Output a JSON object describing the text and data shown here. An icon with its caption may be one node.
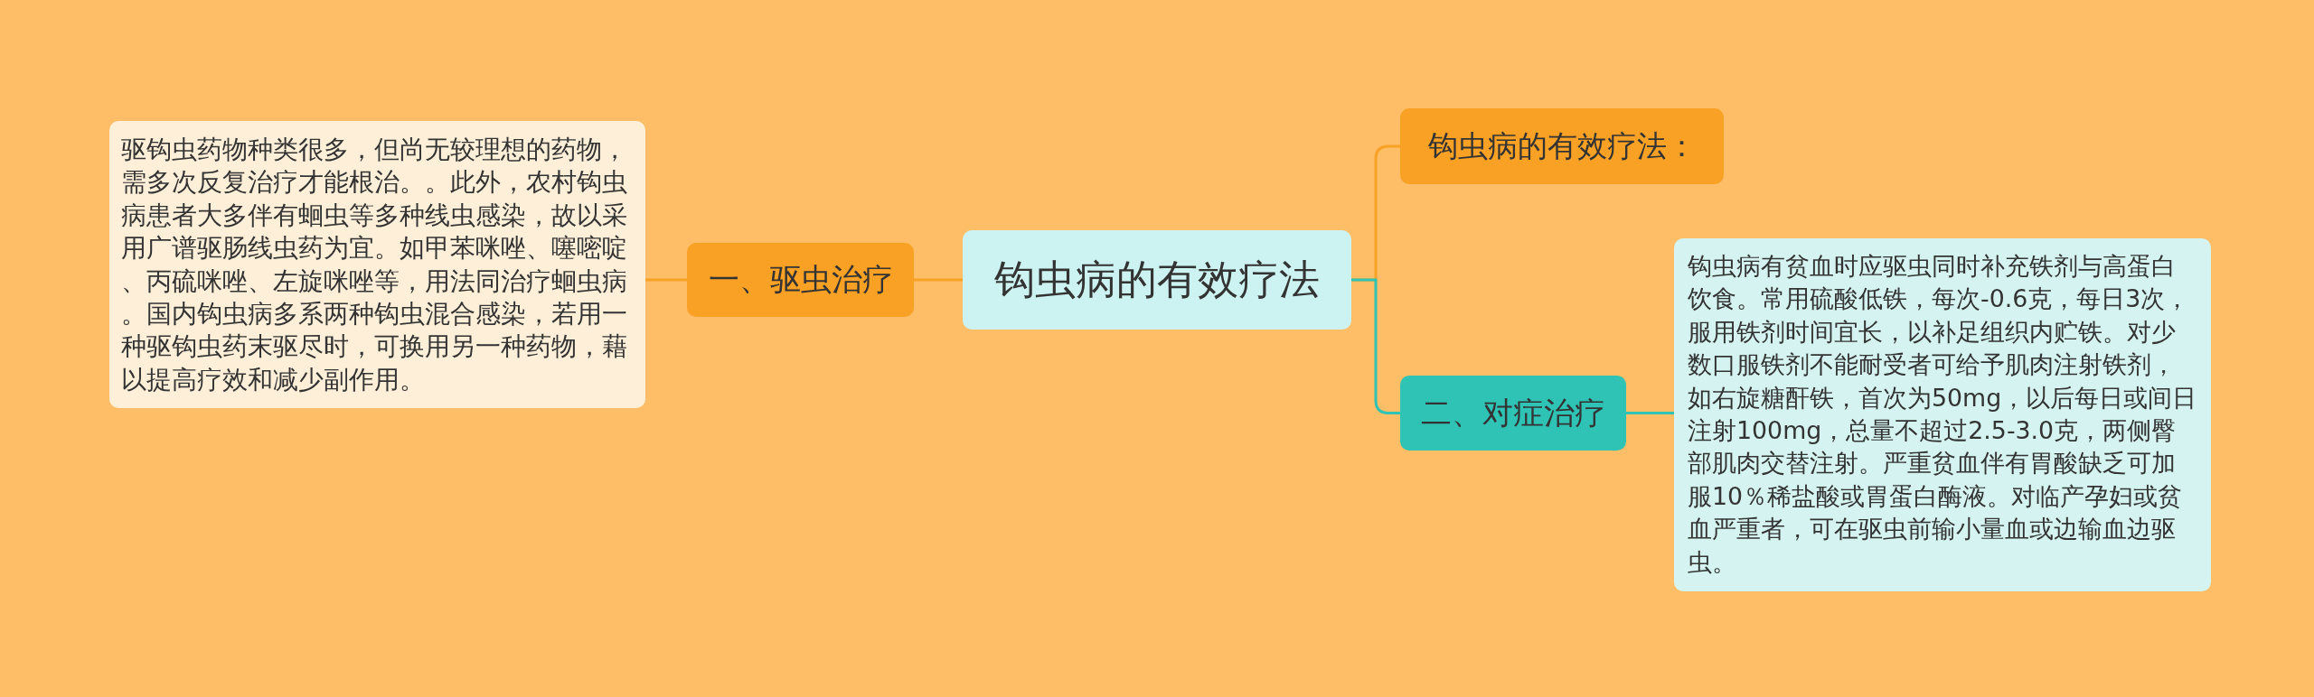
{
  "diagram": {
    "nodes": [
      {
        "text": [
          "驱钩虫药物种类很多，但尚无较理想的药物，需多次反复治疗才能根治。。此外，农村钩虫病患者大多伴有蛔虫等多种线虫感染，故以采用广谱驱肠线虫药为宜。如甲苯咪唑、噻嘧啶、丙硫咪唑、左旋咪唑等，用法同治疗蛔虫病。国内钩虫病多系两种钩虫混合感染，若用一种驱钩虫药末驱尽时，可换用另一种药物，藉以提高疗效和减少副作用。"
        ]
      },
      {
        "text": [
          "一、驱虫治疗"
        ]
      },
      {
        "text": [
          "钩虫病的有效疗法"
        ]
      },
      {
        "text": [
          "钩虫病的有效疗法："
        ]
      },
      {
        "text": [
          "二、对症治疗"
        ]
      },
      {
        "text": [
          "钩虫病有贫血时应驱虫同时补充铁剂与高蛋白饮食。常用硫酸低铁，每次-0.6克，每日3次，服用铁剂时间宜长，以补足组织内贮铁。对少数口服铁剂不能耐受者可给予肌肉注射铁剂，如右旋糖酐铁，首次为50mg，以后每日或间日注射100mg，总量不超过2.5-3.0克，两侧臀部肌肉交替注射。严重贫血伴有胃酸缺乏可加服10％稀盐酸或胃蛋白酶液。对临产孕妇或贫血严重者，可在驱虫前输小量血或边输血边驱虫。"
        ]
      }
    ],
    "edges": [
      {
        "from": 2,
        "to": 1,
        "arrow": "none"
      },
      {
        "from": 1,
        "to": 0,
        "arrow": "none"
      },
      {
        "from": 2,
        "to": 3,
        "arrow": "none"
      },
      {
        "from": 2,
        "to": 4,
        "arrow": "none",
        "color": "#2ec3b4"
      },
      {
        "from": 4,
        "to": 5,
        "arrow": "none",
        "color": "#2ec3b4"
      }
    ]
  }
}
